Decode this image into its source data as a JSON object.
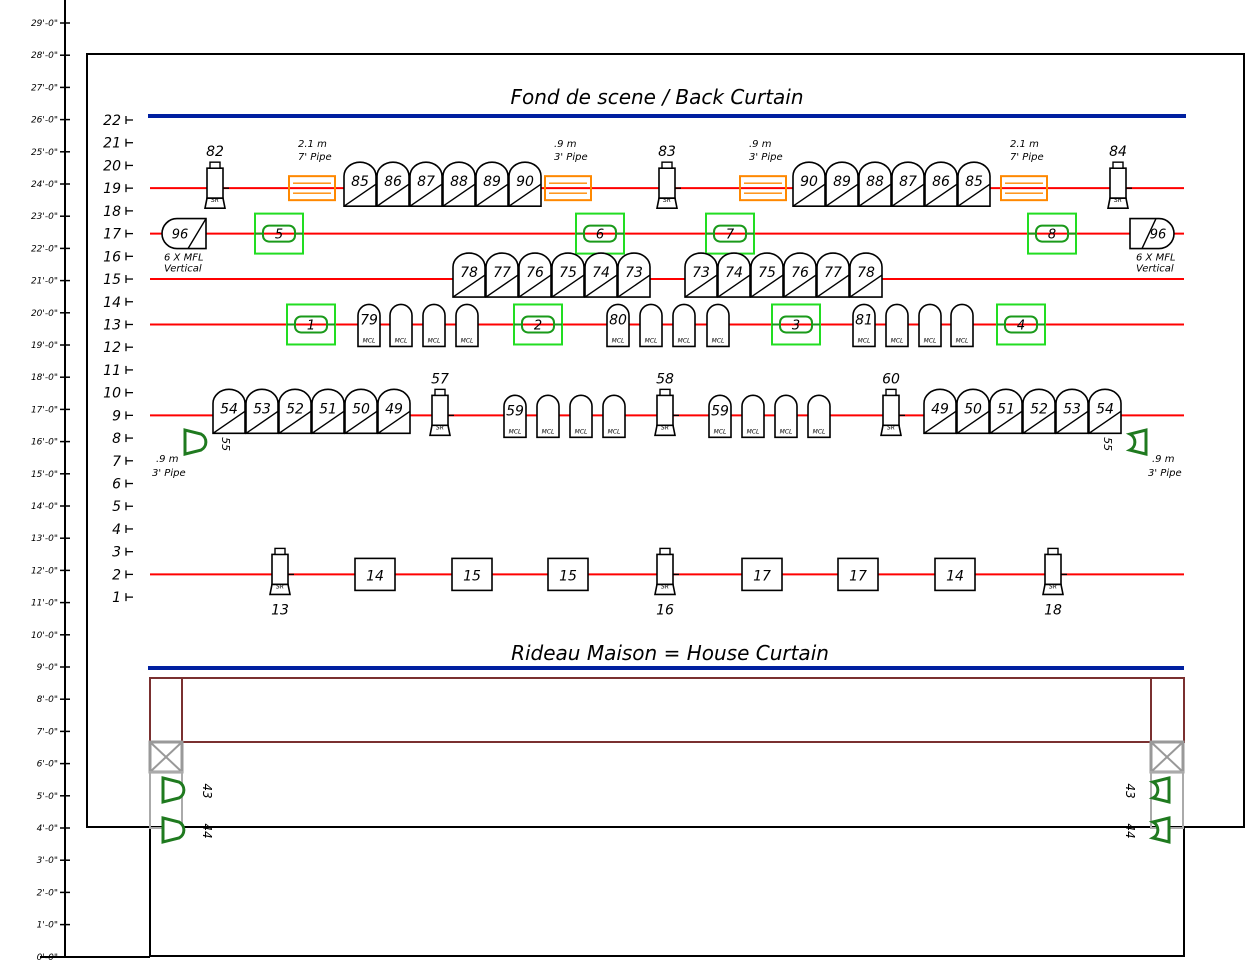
{
  "titles": {
    "back_curtain": "Fond de scene / Back Curtain",
    "house_curtain": "Rideau Maison = House Curtain"
  },
  "colors": {
    "pipe": "#ff0000",
    "curtain": "#0020a0",
    "led": "#22dd22",
    "led_dark": "#1a9a1a",
    "pipe_lamp": "#ff8800",
    "boom": "#1f7a1f",
    "deck": "#7a3030",
    "ink": "#000000"
  },
  "ruler_labels": [
    "29'-0\"",
    "28'-0\"",
    "27'-0\"",
    "26'-0\"",
    "25'-0\"",
    "24'-0\"",
    "23'-0\"",
    "22'-0\"",
    "21'-0\"",
    "20'-0\"",
    "19'-0\"",
    "18'-0\"",
    "17'-0\"",
    "16'-0\"",
    "15'-0\"",
    "14'-0\"",
    "13'-0\"",
    "12'-0\"",
    "11'-0\"",
    "10'-0\"",
    "9'-0\"",
    "8'-0\"",
    "7'-0\"",
    "6'-0\"",
    "5'-0\"",
    "4'-0\"",
    "3'-0\"",
    "2'-0\"",
    "1'-0\"",
    "0'-0\""
  ],
  "line_sets": [
    "22",
    "21",
    "20",
    "19",
    "18",
    "17",
    "16",
    "15",
    "14",
    "13",
    "12",
    "11",
    "10",
    "9",
    "8",
    "7",
    "6",
    "5",
    "4",
    "3",
    "2",
    "1"
  ],
  "electrics": [
    {
      "set": "19",
      "fixtures": [
        {
          "type": "profile",
          "id": "82"
        },
        {
          "type": "pipe",
          "top": "2.1 m",
          "bottom": "7' Pipe"
        },
        {
          "type": "par",
          "id": "85"
        },
        {
          "type": "par",
          "id": "86"
        },
        {
          "type": "par",
          "id": "87"
        },
        {
          "type": "par",
          "id": "88"
        },
        {
          "type": "par",
          "id": "89"
        },
        {
          "type": "par",
          "id": "90"
        },
        {
          "type": "pipe",
          "top": ".9 m",
          "bottom": "3' Pipe"
        },
        {
          "type": "profile",
          "id": "83"
        },
        {
          "type": "pipe",
          "top": ".9 m",
          "bottom": "3' Pipe"
        },
        {
          "type": "par",
          "id": "90"
        },
        {
          "type": "par",
          "id": "89"
        },
        {
          "type": "par",
          "id": "88"
        },
        {
          "type": "par",
          "id": "87"
        },
        {
          "type": "par",
          "id": "86"
        },
        {
          "type": "par",
          "id": "85"
        },
        {
          "type": "pipe",
          "top": "2.1 m",
          "bottom": "7' Pipe"
        },
        {
          "type": "profile",
          "id": "84"
        }
      ]
    },
    {
      "set": "17",
      "fixtures": [
        {
          "type": "mfl",
          "id": "96",
          "top": "6 X MFL",
          "bottom": "Vertical"
        },
        {
          "type": "led",
          "id": "5"
        },
        {
          "type": "led",
          "id": "6"
        },
        {
          "type": "led",
          "id": "7"
        },
        {
          "type": "led",
          "id": "8"
        },
        {
          "type": "mfl",
          "id": "96",
          "top": "6 X MFL",
          "bottom": "Vertical"
        }
      ]
    },
    {
      "set": "15",
      "fixtures": [
        {
          "type": "par",
          "id": "78"
        },
        {
          "type": "par",
          "id": "77"
        },
        {
          "type": "par",
          "id": "76"
        },
        {
          "type": "par",
          "id": "75"
        },
        {
          "type": "par",
          "id": "74"
        },
        {
          "type": "par",
          "id": "73"
        },
        {
          "type": "par",
          "id": "73"
        },
        {
          "type": "par",
          "id": "74"
        },
        {
          "type": "par",
          "id": "75"
        },
        {
          "type": "par",
          "id": "76"
        },
        {
          "type": "par",
          "id": "77"
        },
        {
          "type": "par",
          "id": "78"
        }
      ]
    },
    {
      "set": "13",
      "fixtures": [
        {
          "type": "led",
          "id": "1"
        },
        {
          "type": "mcl",
          "id": "79"
        },
        {
          "type": "mcl",
          "id": ""
        },
        {
          "type": "mcl",
          "id": ""
        },
        {
          "type": "mcl",
          "id": ""
        },
        {
          "type": "led",
          "id": "2"
        },
        {
          "type": "mcl",
          "id": "80"
        },
        {
          "type": "mcl",
          "id": ""
        },
        {
          "type": "mcl",
          "id": ""
        },
        {
          "type": "mcl",
          "id": ""
        },
        {
          "type": "led",
          "id": "3"
        },
        {
          "type": "mcl",
          "id": "81"
        },
        {
          "type": "mcl",
          "id": ""
        },
        {
          "type": "mcl",
          "id": ""
        },
        {
          "type": "mcl",
          "id": ""
        },
        {
          "type": "led",
          "id": "4"
        }
      ]
    },
    {
      "set": "9",
      "fixtures": [
        {
          "type": "par",
          "id": "54"
        },
        {
          "type": "par",
          "id": "53"
        },
        {
          "type": "par",
          "id": "52"
        },
        {
          "type": "par",
          "id": "51"
        },
        {
          "type": "par",
          "id": "50"
        },
        {
          "type": "par",
          "id": "49"
        },
        {
          "type": "profile",
          "id": "57"
        },
        {
          "type": "mcl",
          "id": "59"
        },
        {
          "type": "mcl",
          "id": ""
        },
        {
          "type": "mcl",
          "id": ""
        },
        {
          "type": "mcl",
          "id": ""
        },
        {
          "type": "profile",
          "id": "58"
        },
        {
          "type": "mcl",
          "id": "59"
        },
        {
          "type": "mcl",
          "id": ""
        },
        {
          "type": "mcl",
          "id": ""
        },
        {
          "type": "mcl",
          "id": ""
        },
        {
          "type": "profile",
          "id": "60"
        },
        {
          "type": "par",
          "id": "49"
        },
        {
          "type": "par",
          "id": "50"
        },
        {
          "type": "par",
          "id": "51"
        },
        {
          "type": "par",
          "id": "52"
        },
        {
          "type": "par",
          "id": "53"
        },
        {
          "type": "par",
          "id": "54"
        }
      ]
    },
    {
      "set": "2",
      "fixtures": [
        {
          "type": "profile",
          "id": "13"
        },
        {
          "type": "box",
          "id": "14"
        },
        {
          "type": "box",
          "id": "15"
        },
        {
          "type": "box",
          "id": "15"
        },
        {
          "type": "profile",
          "id": "16"
        },
        {
          "type": "box",
          "id": "17"
        },
        {
          "type": "box",
          "id": "17"
        },
        {
          "type": "box",
          "id": "14"
        },
        {
          "type": "profile",
          "id": "18"
        }
      ]
    }
  ],
  "booms": [
    {
      "id": "55",
      "top": ".9 m",
      "bottom": "3' Pipe"
    },
    {
      "id": "55",
      "top": ".9 m",
      "bottom": "3' Pipe"
    },
    {
      "id": "43"
    },
    {
      "id": "44"
    },
    {
      "id": "43"
    },
    {
      "id": "44"
    }
  ],
  "mcl_tag": "MCL",
  "sr_tag": "SR"
}
